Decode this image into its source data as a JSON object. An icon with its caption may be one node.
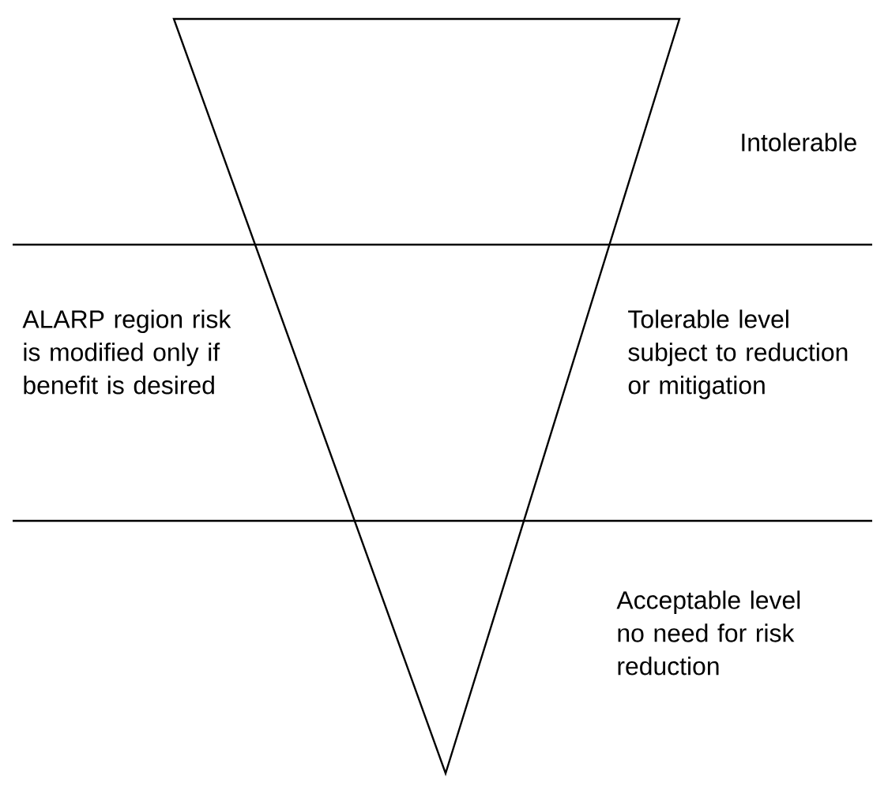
{
  "diagram": {
    "labels": [
      "Intolerable",
      "ALARP region risk is modified only if benefit is desired",
      "Tolerable level subject to reduction or mitigation",
      "Acceptable level no need for risk reduction"
    ]
  }
}
